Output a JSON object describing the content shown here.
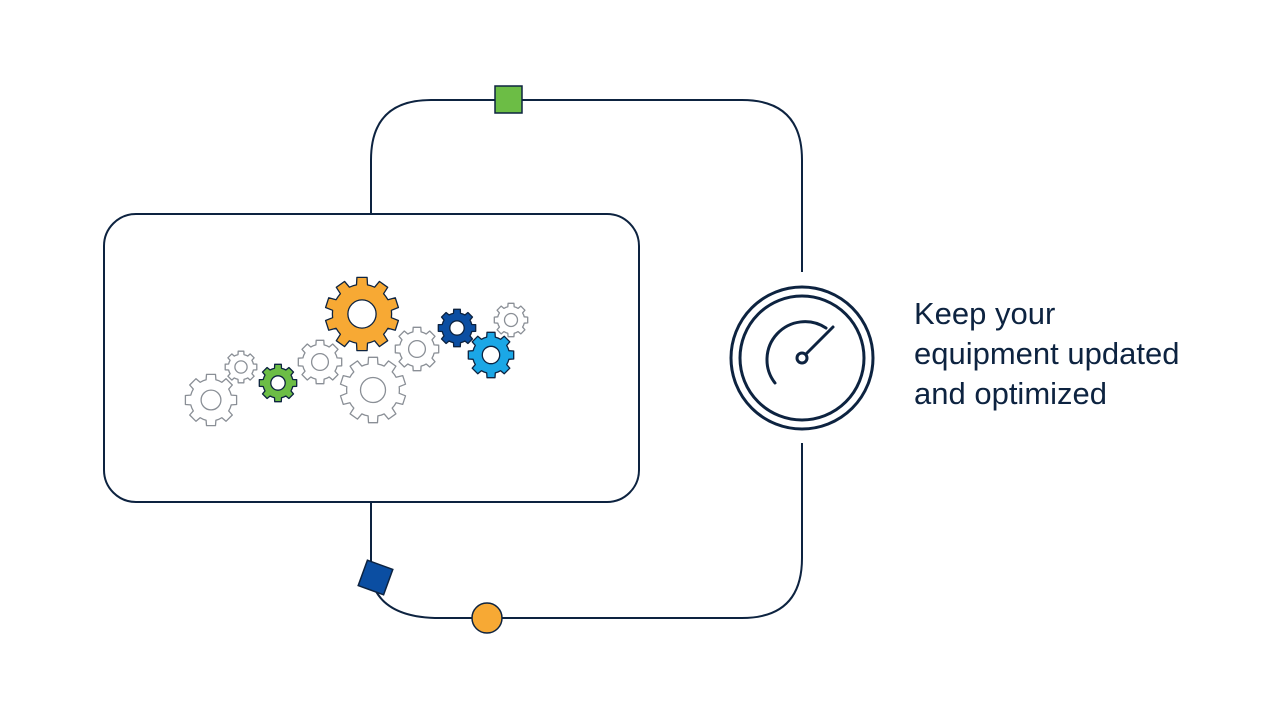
{
  "caption": {
    "lines": [
      "Keep your",
      "equipment updated",
      "and optimized"
    ]
  },
  "colors": {
    "stroke": "#0d2340",
    "green": "#6cbd45",
    "orange": "#f7a934",
    "dark_blue": "#0b4ea2",
    "light_blue": "#1ba7e6",
    "outline_gear": "#8a8f96"
  },
  "icons": {
    "gauge": "speedometer-icon",
    "gears": "gears-icon"
  }
}
